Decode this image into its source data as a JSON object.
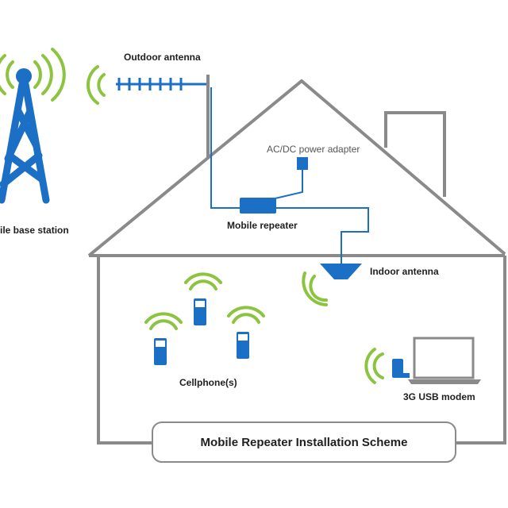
{
  "labels": {
    "outdoor_antenna": "Outdoor antenna",
    "base_station": "ile base station",
    "power_adapter": "AC/DC power adapter",
    "mobile_repeater": "Mobile repeater",
    "indoor_antenna": "Indoor antenna",
    "cellphones": "Cellphone(s)",
    "usb_modem": "3G USB modem"
  },
  "caption": "Mobile Repeater Installation Scheme",
  "colors": {
    "device_blue": "#1b6fc4",
    "signal_green": "#8cc43f",
    "house_grey": "#8a8a8a",
    "text": "#1f1f1f"
  },
  "icons": [
    "base-station-tower-icon",
    "outdoor-antenna-icon",
    "power-adapter-icon",
    "repeater-icon",
    "indoor-antenna-icon",
    "cellphone-icon",
    "laptop-icon",
    "usb-modem-icon",
    "signal-waves-icon"
  ]
}
